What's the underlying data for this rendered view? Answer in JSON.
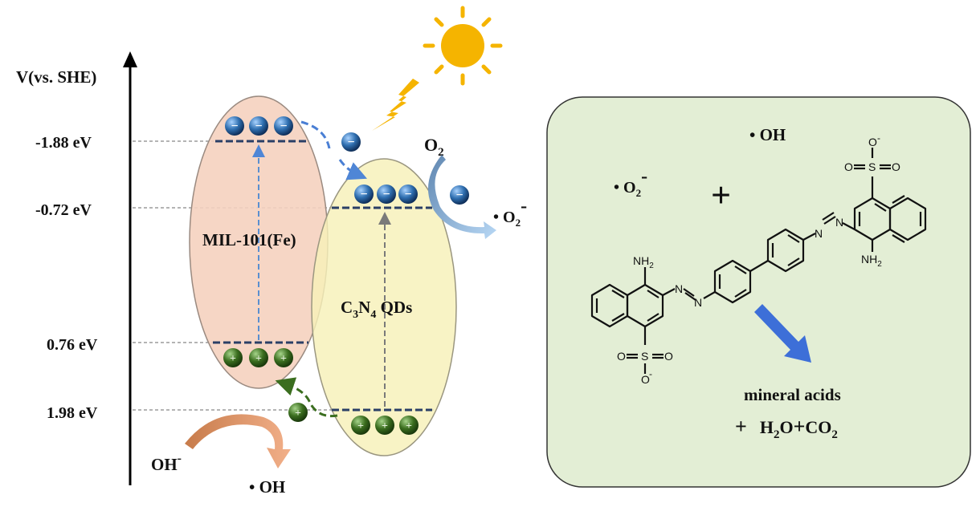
{
  "axis": {
    "label": "V(vs. SHE)"
  },
  "energy_levels": [
    {
      "label": "-1.88 eV"
    },
    {
      "label": "-0.72 eV"
    },
    {
      "label": "0.76 eV"
    },
    {
      "label": "1.98 eV"
    }
  ],
  "materials": {
    "mof": "MIL-101(Fe)",
    "qd_main": "C",
    "qd_sub1": "3",
    "qd_n": "N",
    "qd_sub2": "4",
    "qd_tail": " QDs"
  },
  "species": {
    "o2_main": "O",
    "o2_sub": "2",
    "superoxide_dot": "•",
    "superoxide_main": "O",
    "superoxide_sub": "2",
    "superoxide_sup": "-",
    "hydroxide": "OH",
    "hydroxide_sup": "-",
    "hydroxyl_radical": "• OH",
    "electron_sign": "−",
    "hole_sign": "+"
  },
  "reaction_box": {
    "radical_oh": "• OH",
    "radical_o2_dot": "•",
    "radical_o2_main": "O",
    "radical_o2_sub": "2",
    "radical_o2_sup": "-",
    "plus": "+",
    "products_line1": "mineral acids",
    "products_plus": "+",
    "products_h": "H",
    "products_h_sub": "2",
    "products_o_plus": "O",
    "products_plus2": "+",
    "products_co": "CO",
    "products_co_sub": "2"
  },
  "molecule": {
    "nh2_top_n": "NH",
    "nh2_top_sub": "2",
    "nh2_bottom_n": "NH",
    "nh2_bottom_sub": "2",
    "azo_n": "N",
    "sulfonate_s": "S",
    "sulfonate_o": "O",
    "sulfonate_charge": "-"
  },
  "colors": {
    "mof_fill": "#f5d2bf",
    "qd_fill": "#f7f0b8",
    "box_fill": "#e3eed5",
    "electron": "#2f6fb0",
    "hole": "#3b6e1f",
    "sun": "#f5b400",
    "arrow_blue": "#3d6fd8"
  }
}
